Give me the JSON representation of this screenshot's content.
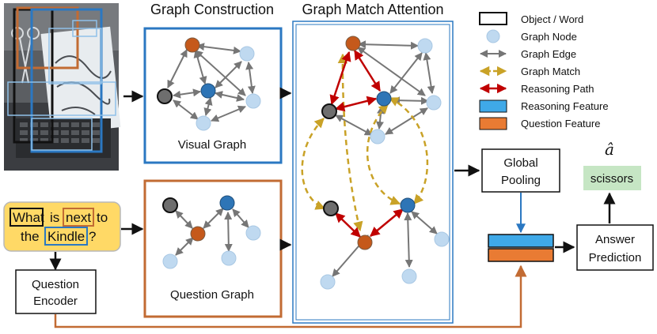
{
  "headings": {
    "construction": "Graph Construction",
    "match": "Graph Match Attention"
  },
  "panels": {
    "visual_graph": "Visual Graph",
    "question_graph": "Question Graph"
  },
  "question": {
    "words": [
      "What",
      "is",
      "next",
      "to",
      "the",
      "Kindle",
      "?"
    ]
  },
  "boxes": {
    "question_encoder": [
      "Question",
      "Encoder"
    ],
    "global_pooling": [
      "Global",
      "Pooling"
    ],
    "answer_prediction": [
      "Answer",
      "Prediction"
    ]
  },
  "answer": {
    "symbol": "â",
    "text": "scissors"
  },
  "legend": [
    {
      "icon": "object-word-box-icon",
      "label": "Object / Word"
    },
    {
      "icon": "graph-node-icon",
      "label": "Graph Node"
    },
    {
      "icon": "graph-edge-icon",
      "label": "Graph Edge"
    },
    {
      "icon": "graph-match-icon",
      "label": "Graph Match"
    },
    {
      "icon": "reasoning-path-icon",
      "label": "Reasoning Path"
    },
    {
      "icon": "reasoning-feature-icon",
      "label": "Reasoning Feature"
    },
    {
      "icon": "question-feature-icon",
      "label": "Question Feature"
    }
  ],
  "colors": {
    "visual_border": "#2B78C2",
    "question_border": "#C26B33",
    "node_light": "#BFD9F0",
    "node_blue": "#2E75B6",
    "node_orange": "#C5591B",
    "node_gray": "#6E6E6E",
    "edge_gray": "#767676",
    "match_gold": "#C9A227",
    "reasoning_red": "#C00000",
    "reasoning_feature": "#3FA9E8",
    "question_feature": "#E97B33",
    "answer_fill": "#C6E6C4",
    "question_fill": "#FFD966"
  }
}
